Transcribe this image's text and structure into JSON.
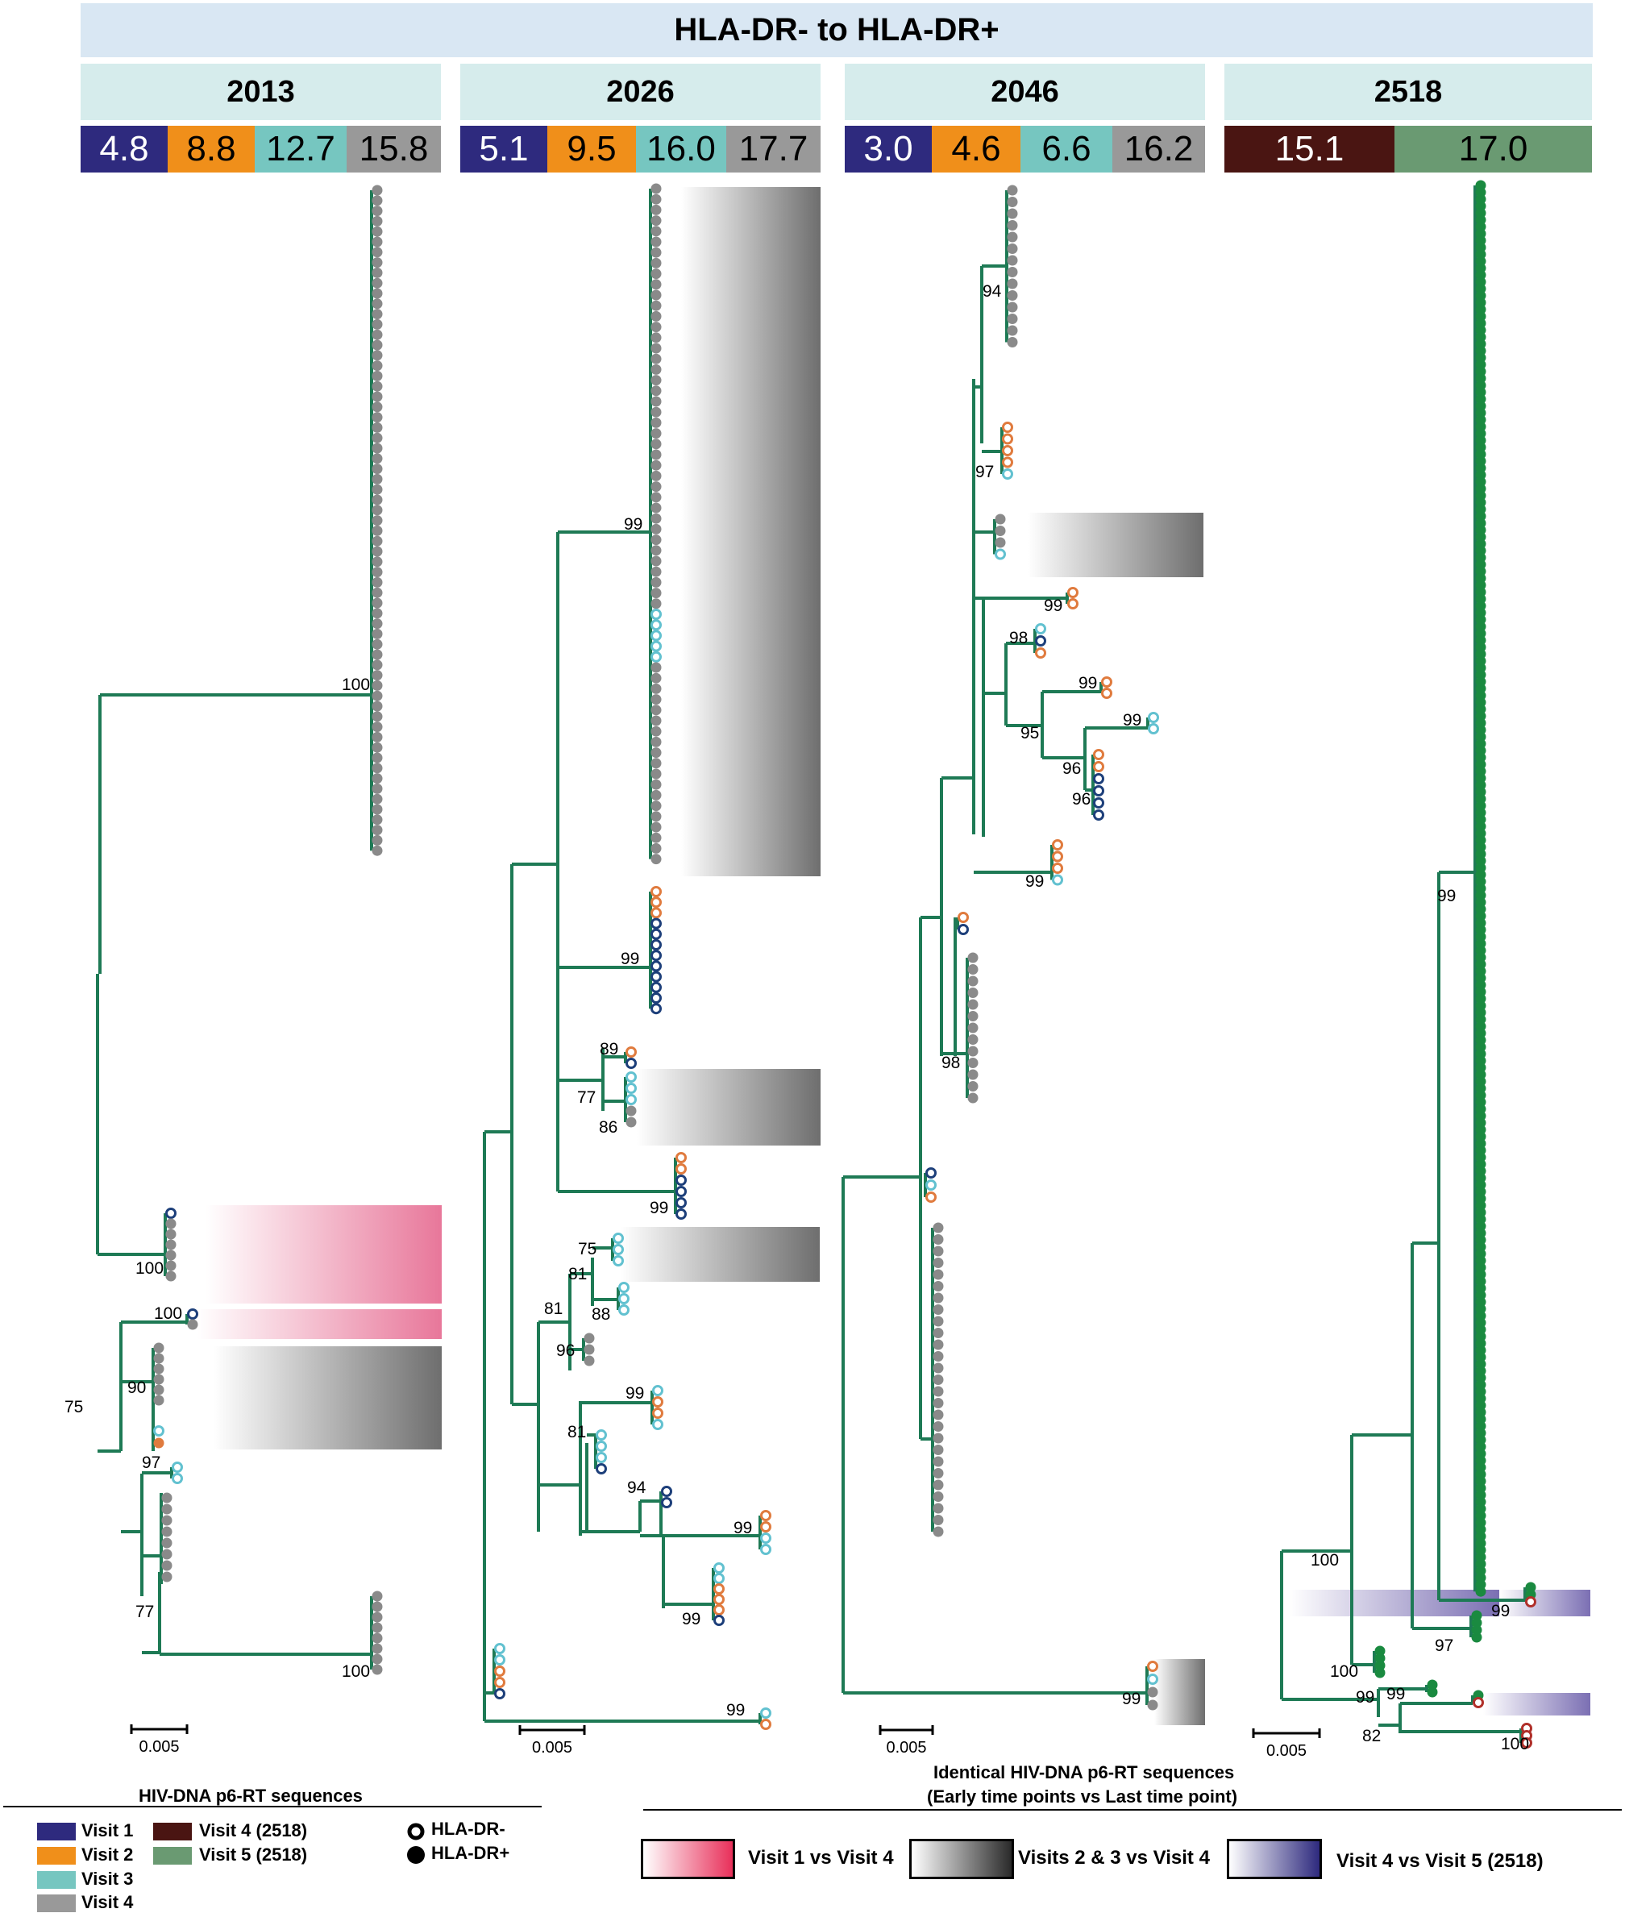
{
  "title": "HLA-DR- to HLA-DR+",
  "panels": [
    {
      "id": "2013",
      "label": "2013",
      "values": [
        "4.8",
        "8.8",
        "12.7",
        "15.8"
      ],
      "scale": "0.005"
    },
    {
      "id": "2026",
      "label": "2026",
      "values": [
        "5.1",
        "9.5",
        "16.0",
        "17.7"
      ],
      "scale": "0.005"
    },
    {
      "id": "2046",
      "label": "2046",
      "values": [
        "3.0",
        "4.6",
        "6.6",
        "16.2"
      ],
      "scale": "0.005"
    },
    {
      "id": "2518",
      "label": "2518",
      "values": [
        "15.1",
        "17.0"
      ],
      "scale": "0.005"
    }
  ],
  "colors": {
    "visit1": "#2e2a7e",
    "visit2": "#f08f1a",
    "visit3": "#76c6c0",
    "visit4": "#999999",
    "visit4_2518": "#4a1512",
    "visit5_2518": "#6a9a72",
    "branch": "#1e7a55",
    "tip_v1": "#1d3f7a",
    "tip_v2": "#e07b3e",
    "tip_v3": "#62c1d0",
    "tip_v4": "#8a8a8a",
    "tip_2518": "#1a8a40",
    "tip_2518_red": "#b0302a",
    "pink": "#e8779a",
    "gray": "#6e6e6e",
    "purple": "#7b6fb3"
  },
  "bootstrap": {
    "p2013": [
      "100",
      "100",
      "100",
      "90",
      "75",
      "97",
      "77",
      "100"
    ],
    "p2026": [
      "99",
      "99",
      "89",
      "77",
      "86",
      "99",
      "75",
      "81",
      "81",
      "88",
      "96",
      "99",
      "81",
      "94",
      "99",
      "99",
      "99"
    ],
    "p2046": [
      "94",
      "97",
      "99",
      "98",
      "99",
      "95",
      "99",
      "96",
      "96",
      "99",
      "98",
      "99"
    ],
    "p2518": [
      "99",
      "100",
      "97",
      "99",
      "100",
      "99",
      "99",
      "82",
      "100"
    ]
  },
  "legend": {
    "title_left": "HIV-DNA p6-RT sequences",
    "title_right": "Identical HIV-DNA p6-RT sequences",
    "title_right_sub": "(Early time points vs Last time point)",
    "visits": [
      {
        "label": "Visit 1",
        "color": "#2e2a7e"
      },
      {
        "label": "Visit 2",
        "color": "#f08f1a"
      },
      {
        "label": "Visit 3",
        "color": "#76c6c0"
      },
      {
        "label": "Visit 4",
        "color": "#999999"
      },
      {
        "label": "Visit 4 (2518)",
        "color": "#4a1512"
      },
      {
        "label": "Visit 5 (2518)",
        "color": "#6a9a72"
      }
    ],
    "symbols": [
      {
        "label": "HLA-DR-"
      },
      {
        "label": "HLA-DR+"
      }
    ],
    "gradients": [
      {
        "label": "Visit 1 vs Visit 4"
      },
      {
        "label": "Visits 2 & 3 vs Visit 4"
      },
      {
        "label": "Visit 4 vs Visit 5 (2518)"
      }
    ]
  }
}
